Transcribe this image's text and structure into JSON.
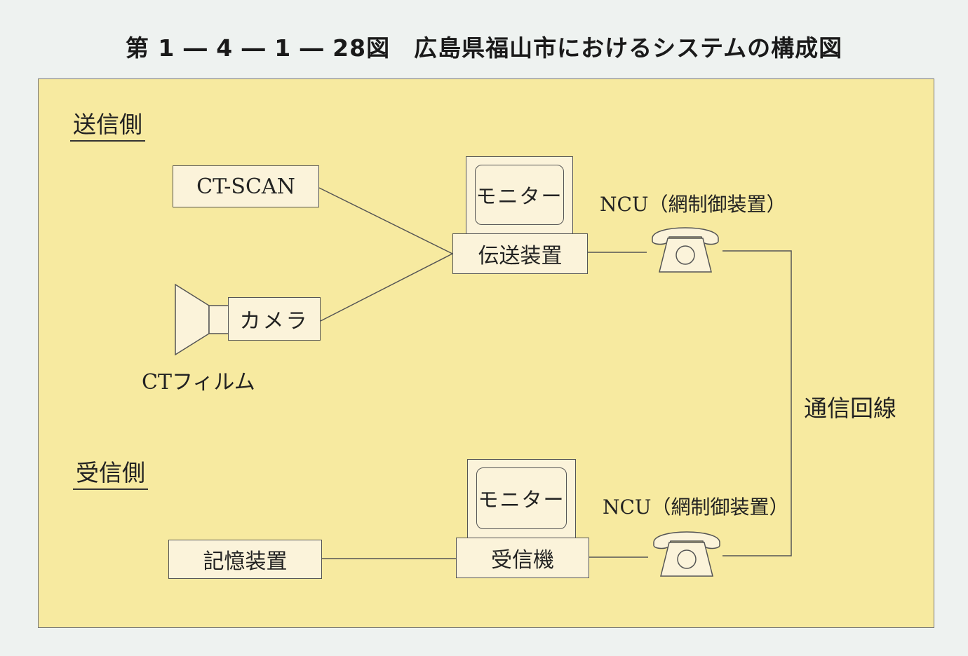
{
  "title": "第 1 ― 4 ― 1 ― 28図　広島県福山市におけるシステムの構成図",
  "sender": {
    "section_label": "送信側",
    "ct_scan": "CT-SCAN",
    "camera": "カメラ",
    "ct_film": "CTフィルム",
    "monitor": "モニター",
    "transmitter": "伝送装置",
    "ncu": "NCU（網制御装置）"
  },
  "line_label": "通信回線",
  "receiver": {
    "section_label": "受信側",
    "storage": "記憶装置",
    "monitor": "モニター",
    "receiver_unit": "受信機",
    "ncu": "NCU（網制御装置）"
  },
  "colors": {
    "panel_background": "#f7eaa0",
    "box_fill": "#fbf3da",
    "outline": "#555555",
    "page_background": "#eef2f0"
  },
  "icons": [
    "telephone-icon",
    "camera-icon",
    "monitor-icon"
  ]
}
